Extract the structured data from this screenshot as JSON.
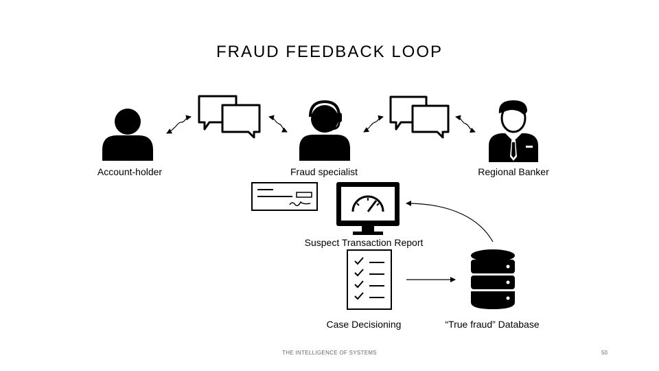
{
  "slide": {
    "title": "FRAUD FEEDBACK LOOP",
    "footer": "THE INTELLIGENCE OF SYSTEMS",
    "page_number": "50"
  },
  "nodes": {
    "account_holder": {
      "label": "Account-holder",
      "icon": "person-icon"
    },
    "fraud_specialist": {
      "label": "Fraud specialist",
      "icon": "headset-person-icon"
    },
    "regional_banker": {
      "label": "Regional Banker",
      "icon": "businessman-icon"
    },
    "suspect_report": {
      "label": "Suspect Transaction Report",
      "icon": "monitor-gauge-icon"
    },
    "case_decisioning": {
      "label": "Case Decisioning",
      "icon": "checklist-icon"
    },
    "true_fraud_db": {
      "label": "“True fraud” Database",
      "icon": "database-icon"
    },
    "check": {
      "icon": "check-document-icon"
    }
  }
}
